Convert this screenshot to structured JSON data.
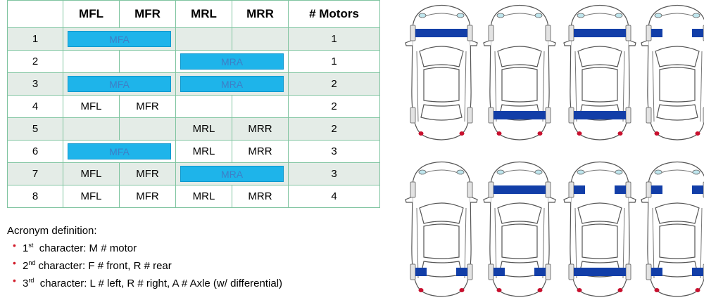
{
  "table": {
    "headers": [
      "",
      "MFL",
      "MFR",
      "MRL",
      "MRR",
      "# Motors"
    ],
    "rows": [
      {
        "num": "1",
        "front": "MFA",
        "rear": "",
        "motors": "1",
        "shade": true,
        "front_axle": true,
        "rear_axle": false
      },
      {
        "num": "2",
        "front": "",
        "rear": "MRA",
        "motors": "1",
        "shade": false,
        "front_axle": false,
        "rear_axle": true
      },
      {
        "num": "3",
        "front": "MFA",
        "rear": "MRA",
        "motors": "2",
        "shade": true,
        "front_axle": true,
        "rear_axle": true
      },
      {
        "num": "4",
        "fl": "MFL",
        "fr": "MFR",
        "rl": "",
        "rr": "",
        "motors": "2",
        "shade": false
      },
      {
        "num": "5",
        "fl": "",
        "fr": "",
        "rl": "MRL",
        "rr": "MRR",
        "motors": "2",
        "shade": true
      },
      {
        "num": "6",
        "front": "MFA",
        "rl": "MRL",
        "rr": "MRR",
        "motors": "3",
        "shade": false,
        "front_axle": true
      },
      {
        "num": "7",
        "fl": "MFL",
        "fr": "MFR",
        "rear": "MRA",
        "motors": "3",
        "shade": true,
        "rear_axle": true
      },
      {
        "num": "8",
        "fl": "MFL",
        "fr": "MFR",
        "rl": "MRL",
        "rr": "MRR",
        "motors": "4",
        "shade": false
      }
    ]
  },
  "legend": {
    "title": "Acronym definition:",
    "items": [
      {
        "ord": "1",
        "sup": "st",
        "text": "  character: M # motor"
      },
      {
        "ord": "2",
        "sup": "nd",
        "text": " character: F # front, R # rear"
      },
      {
        "ord": "3",
        "sup": "rd",
        "text": "  character: L # left, R # right, A # Axle (w/ differential)"
      }
    ]
  },
  "cars": [
    {
      "front": "axle",
      "rear": "none"
    },
    {
      "front": "none",
      "rear": "axle"
    },
    {
      "front": "axle",
      "rear": "axle"
    },
    {
      "front": "split",
      "rear": "none"
    },
    {
      "front": "none",
      "rear": "split"
    },
    {
      "front": "axle",
      "rear": "split"
    },
    {
      "front": "split",
      "rear": "axle"
    },
    {
      "front": "split",
      "rear": "split"
    }
  ],
  "colors": {
    "motor": "#123ea8",
    "bar_fill": "#1eb4ea",
    "grid": "#7fc4a0",
    "shade": "#e4ece7",
    "bullet": "#d21d2b"
  }
}
